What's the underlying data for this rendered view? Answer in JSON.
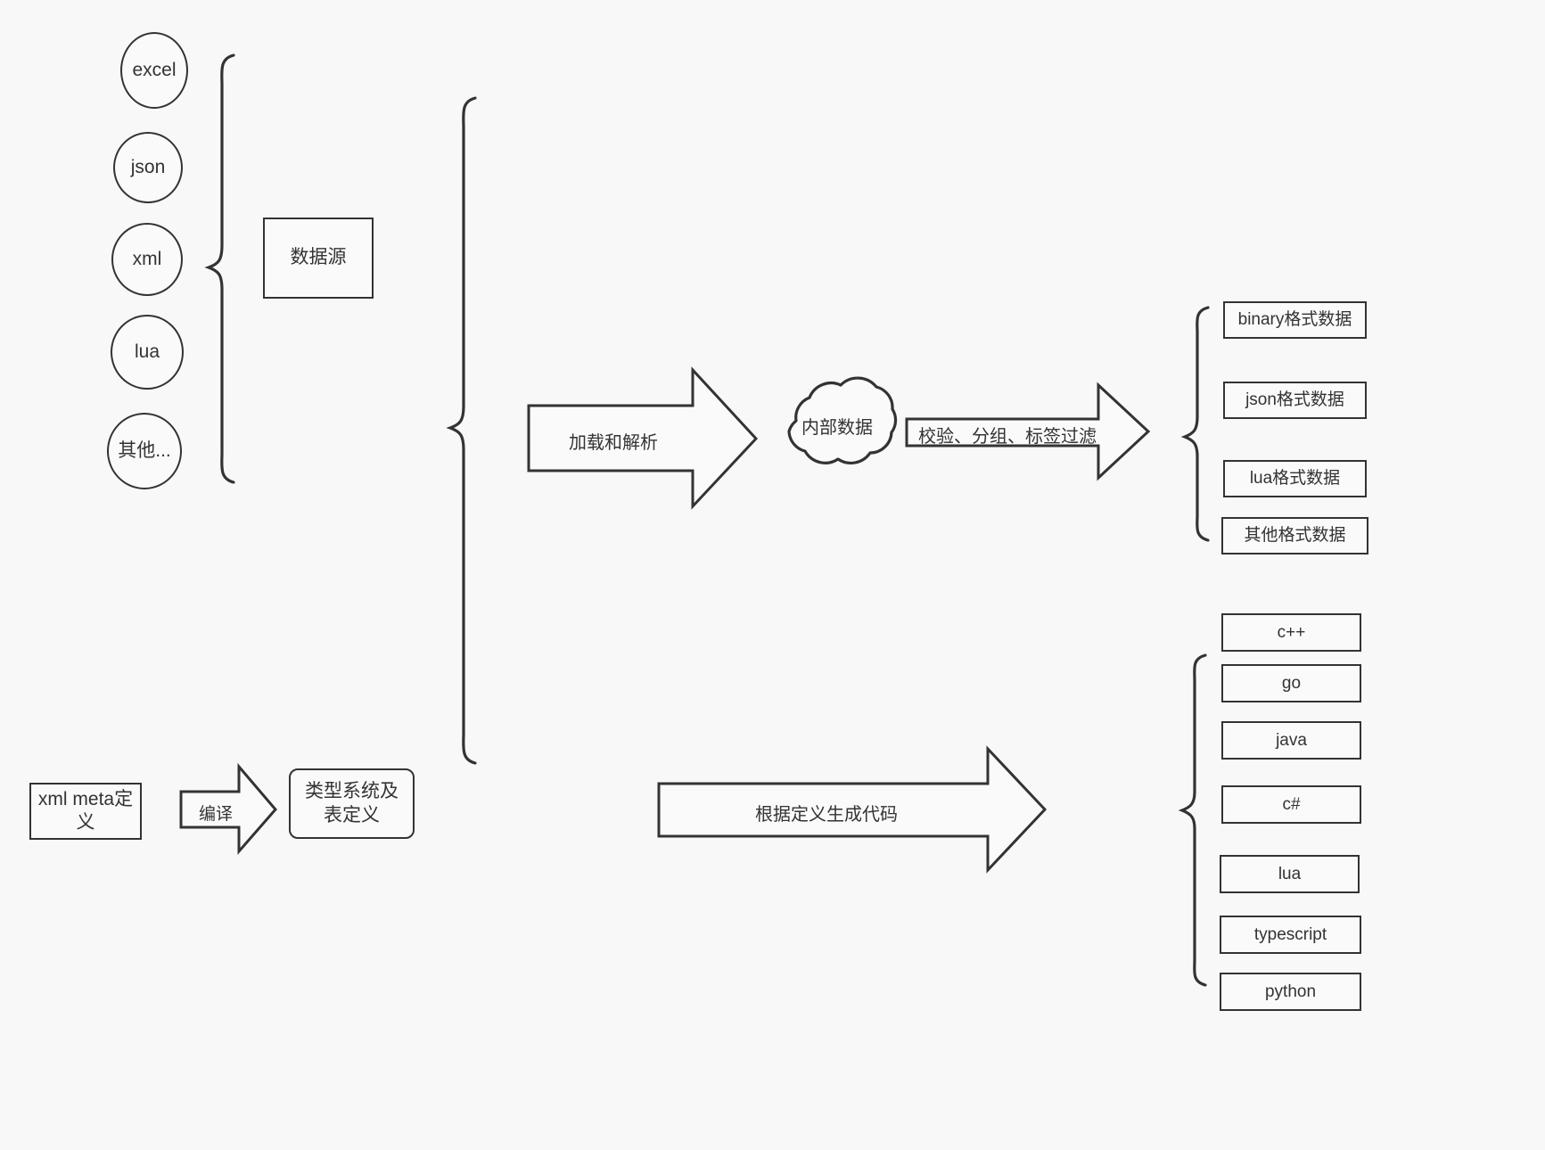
{
  "diagram": {
    "title": "data pipeline architecture diagram",
    "colors": {
      "background": "#f8f8f8",
      "stroke": "#333333",
      "fill": "#fafafa",
      "text": "#333333"
    },
    "sources": {
      "group_label": "数据源",
      "items": [
        {
          "label": "excel"
        },
        {
          "label": "json"
        },
        {
          "label": "xml"
        },
        {
          "label": "lua"
        },
        {
          "label": "其他..."
        }
      ]
    },
    "meta": {
      "source_box": "xml meta定义",
      "compile_arrow": "编译",
      "target_box": "类型系统及表定义"
    },
    "pipeline": {
      "load_arrow": "加载和解析",
      "cloud": "内部数据",
      "filter_arrow": "校验、分组、标签过滤",
      "codegen_arrow": "根据定义生成代码"
    },
    "outputs": {
      "data_formats": [
        {
          "label": "binary格式数据"
        },
        {
          "label": "json格式数据"
        },
        {
          "label": "lua格式数据"
        },
        {
          "label": "其他格式数据"
        }
      ],
      "languages": [
        {
          "label": "c++"
        },
        {
          "label": "go"
        },
        {
          "label": "java"
        },
        {
          "label": "c#"
        },
        {
          "label": "lua"
        },
        {
          "label": "typescript"
        },
        {
          "label": "python"
        }
      ]
    }
  }
}
